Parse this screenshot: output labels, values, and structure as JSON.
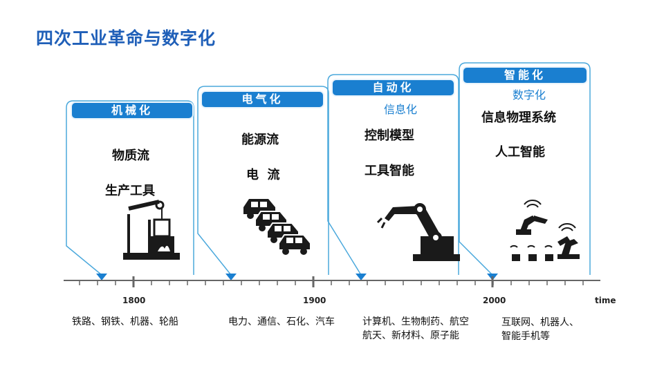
{
  "title": "四次工业革命与数字化",
  "eras": [
    {
      "label": "机械化",
      "subtitle": "",
      "items": [
        "物质流",
        "生产工具"
      ],
      "tech": [
        "铁路、钢铁、机器、轮船"
      ],
      "icon": "oil-pump-icon"
    },
    {
      "label": "电气化",
      "subtitle": "",
      "items": [
        "能源流",
        "电  流"
      ],
      "tech": [
        "电力、通信、石化、汽车"
      ],
      "icon": "cars-icon"
    },
    {
      "label": "自动化",
      "subtitle": "信息化",
      "items": [
        "控制模型",
        "工具智能"
      ],
      "tech": [
        "计算机、生物制药、航空",
        "航天、新材料、原子能"
      ],
      "icon": "robot-arm-icon"
    },
    {
      "label": "智能化",
      "subtitle": "数字化",
      "items": [
        "信息物理系统",
        "人工智能"
      ],
      "tech": [
        "互联网、机器人、",
        "智能手机等"
      ],
      "icon": "connected-robots-icon"
    }
  ],
  "timeline": {
    "ticks": [
      "1800",
      "1900",
      "2000"
    ],
    "axis_label": "time"
  },
  "colors": {
    "title": "#1f5fb8",
    "accent": "#1a7fd0",
    "frame": "#4aa8dc",
    "axis": "#555555"
  }
}
